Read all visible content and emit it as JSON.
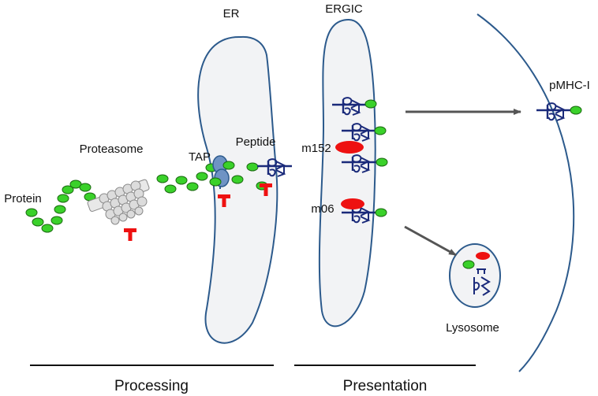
{
  "labels": {
    "er": "ER",
    "ergic": "ERGIC",
    "pmhc": "pMHC-I",
    "proteasome": "Proteasome",
    "tap": "TAP",
    "peptide": "Peptide",
    "protein": "Protein",
    "m152": "m152",
    "m06": "m06",
    "lysosome": "Lysosome",
    "processing": "Processing",
    "presentation": "Presentation"
  },
  "colors": {
    "membrane": "#2c5a8c",
    "organelle_fill": "#f2f3f5",
    "peptide_green": "#3ad12a",
    "inhibitor_red": "#ee1111",
    "mhc_blue": "#1a2a7a",
    "tap_blue": "#6f93c4",
    "arrow_gray": "#555555"
  },
  "icons": {
    "inhibitor": "t-bar-inhibitor-icon",
    "mhc": "mhc-class-i-icon",
    "proteasome": "proteasome-barrel-icon"
  }
}
